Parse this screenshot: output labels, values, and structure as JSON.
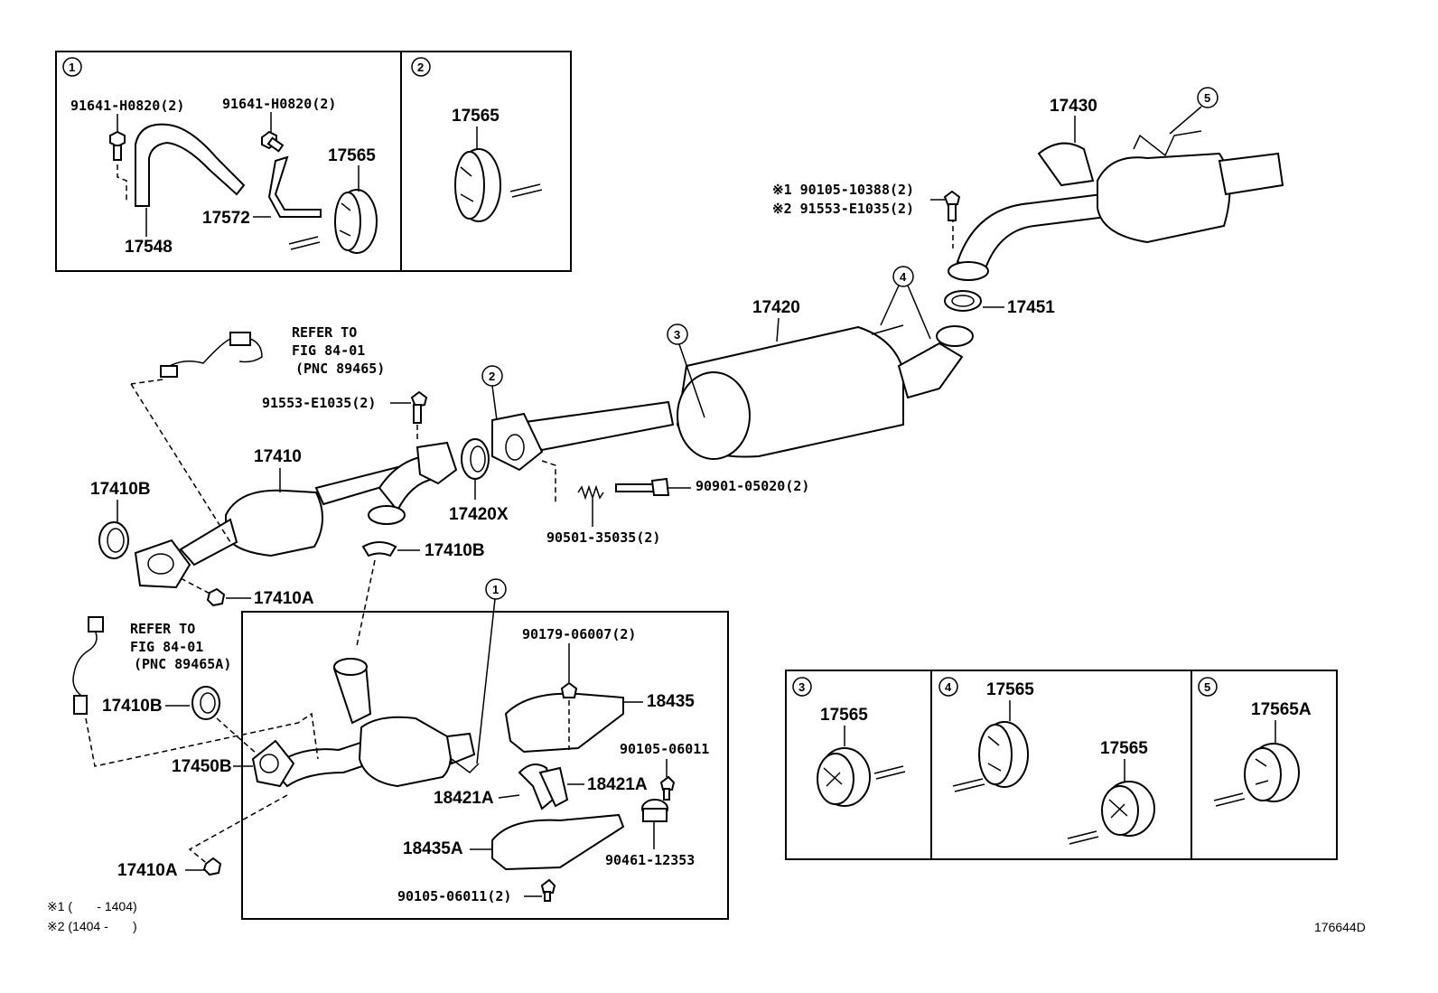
{
  "diagram_code": "176644D",
  "footnotes": {
    "note1": "※1 (       - 1404)",
    "note2": "※2 (1404 -       )"
  },
  "inset_boxes": {
    "box1": {
      "callout": "1",
      "labels": [
        "91641-H0820(2)",
        "91641-H0820(2)",
        "17565",
        "17572",
        "17548"
      ]
    },
    "box2": {
      "callout": "2",
      "labels": [
        "17565"
      ]
    },
    "box3": {
      "callout": "3",
      "labels": [
        "17565"
      ]
    },
    "box4": {
      "callout": "4",
      "labels": [
        "17565",
        "17565"
      ]
    },
    "box5": {
      "callout": "5",
      "labels": [
        "17565A"
      ]
    }
  },
  "main": {
    "callouts": [
      "1",
      "2",
      "3",
      "4",
      "5"
    ],
    "labels": {
      "tail_pipe": "17430",
      "bolt_alt1": "※1 90105-10388(2)",
      "bolt_alt2": "※2 91553-E1035(2)",
      "gasket_rear": "17451",
      "muffler": "17420",
      "refer1_line1": "REFER TO",
      "refer1_line2": "FIG 84-01",
      "refer1_line3": "(PNC 89465)",
      "bolt_front": "91553-E1035(2)",
      "converter_front": "17410",
      "gasket_a": "17410B",
      "gasket_center": "17420X",
      "bolt_center": "90901-05020(2)",
      "spring": "90501-35035(2)",
      "gasket_b": "17410B",
      "nut_a": "17410A",
      "refer2_line1": "REFER TO",
      "refer2_line2": "FIG 84-01",
      "refer2_line3": "(PNC 89465A)",
      "nut_heatshield": "90179-06007(2)",
      "heat_insulator": "18435",
      "gasket_c": "17410B",
      "bolt_shield": "90105-06011",
      "converter_pipe": "17450B",
      "bracket_right": "18421A",
      "bracket_left": "18421A",
      "heat_insulator_lower": "18435A",
      "clamp": "90461-12353",
      "nut_b": "17410A",
      "bolt_shield_lower": "90105-06011(2)"
    }
  }
}
